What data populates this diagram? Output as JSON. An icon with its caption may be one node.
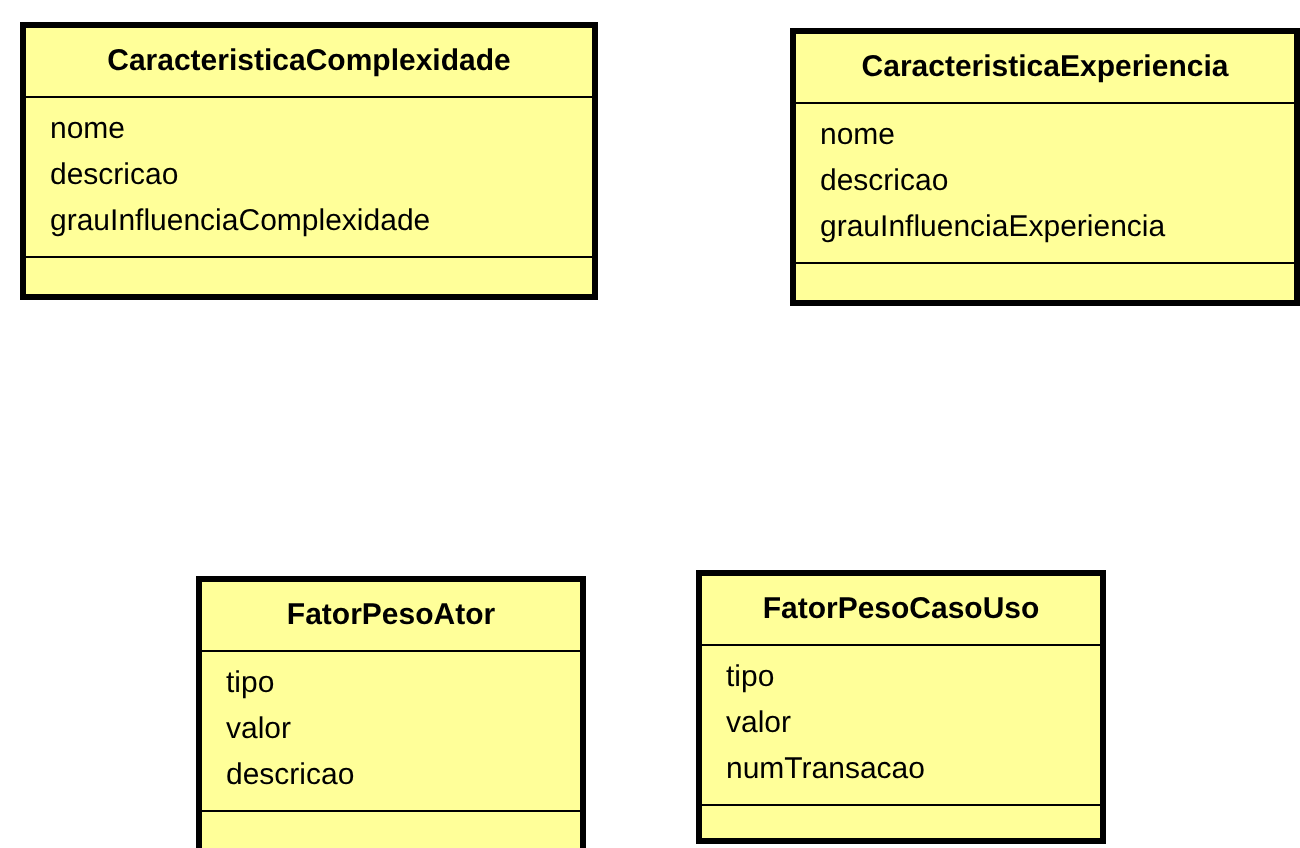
{
  "diagram": {
    "nodes": [
      {
        "text": [
          "CaracteristicaComplexidade",
          "nome",
          "descricao",
          "grauInfluenciaComplexidade"
        ]
      },
      {
        "text": [
          "CaracteristicaExperiencia",
          "nome",
          "descricao",
          "grauInfluenciaExperiencia"
        ]
      },
      {
        "text": [
          "FatorPesoAtor",
          "tipo",
          "valor",
          "descricao"
        ]
      },
      {
        "text": [
          "FatorPesoCasoUso",
          "tipo",
          "valor",
          "numTransacao"
        ]
      }
    ],
    "edges": []
  }
}
